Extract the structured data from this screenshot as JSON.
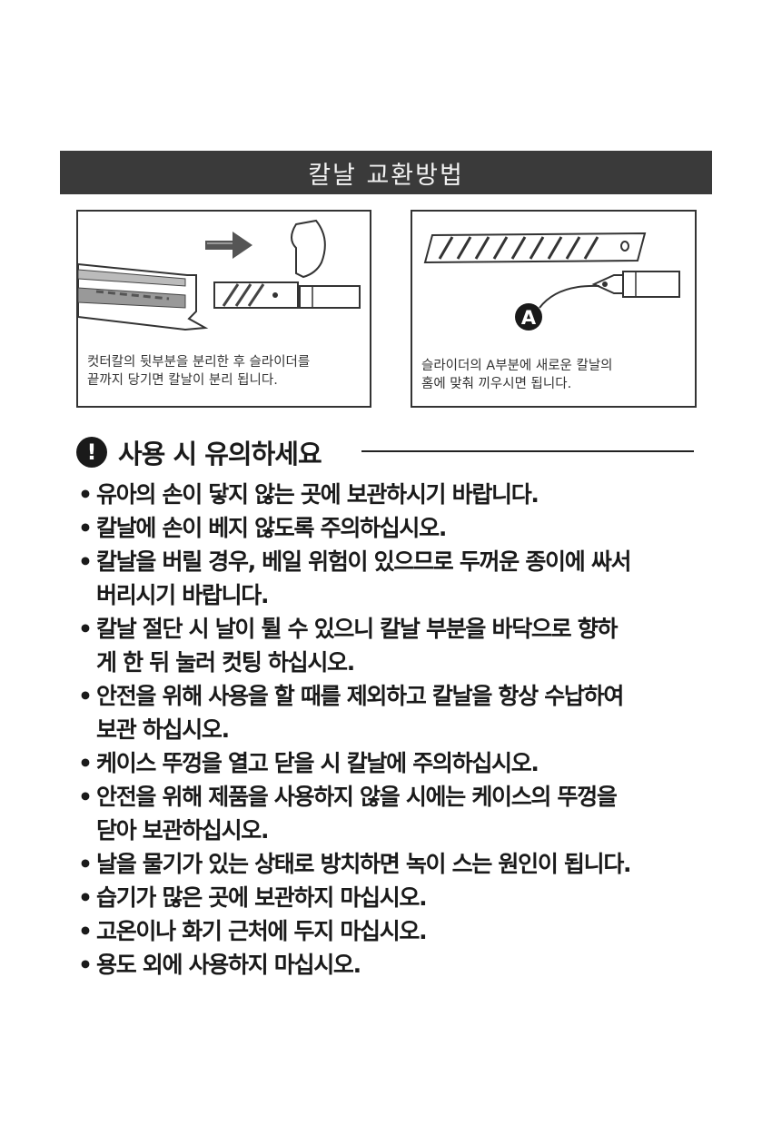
{
  "header": {
    "title": "칼날 교환방법"
  },
  "instructions": {
    "left_panel": {
      "caption_line1": "컷터칼의 뒷부분을 분리한 후 슬라이더를",
      "caption_line2": "끝까지 당기면 칼날이 분리 됩니다."
    },
    "right_panel": {
      "part_label": "A",
      "caption_line1": "슬라이더의 A부분에 새로운 칼날의",
      "caption_line2": "홈에 맞춰 끼우시면 됩니다."
    }
  },
  "notice": {
    "icon": "exclamation-icon",
    "title": "사용 시 유의하세요",
    "bullet": "•",
    "items": [
      "유아의 손이 닿지 않는 곳에 보관하시기 바랍니다.",
      "칼날에 손이 베지 않도록 주의하십시오.",
      "칼날을 버릴 경우, 베일 위험이 있으므로 두꺼운 종이에 싸서\n버리시기 바랍니다.",
      "칼날 절단 시 날이 튈 수 있으니 칼날 부분을 바닥으로 향하\n게 한 뒤 눌러 컷팅 하십시오.",
      "안전을 위해 사용을 할 때를 제외하고 칼날을 항상 수납하여\n보관 하십시오.",
      "케이스 뚜껑을 열고 닫을 시 칼날에 주의하십시오.",
      "안전을 위해 제품을 사용하지 않을 시에는 케이스의 뚜껑을\n닫아 보관하십시오.",
      "날을 물기가 있는 상태로 방치하면 녹이 스는 원인이 됩니다.",
      "습기가 많은 곳에 보관하지 마십시오.",
      "고온이나 화기 근처에 두지 마십시오.",
      "용도 외에 사용하지 마십시오."
    ]
  }
}
